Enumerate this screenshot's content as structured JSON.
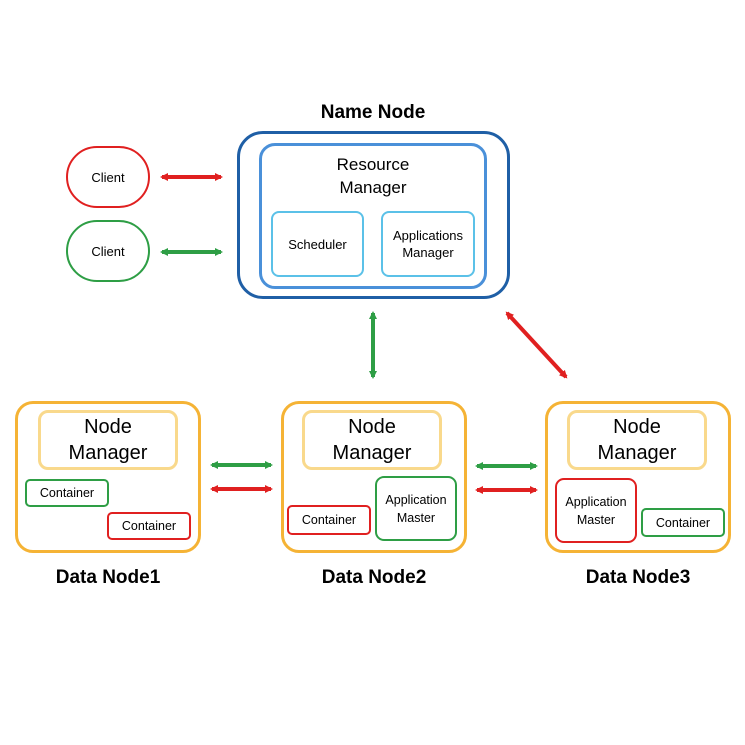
{
  "colors": {
    "red": "#e02020",
    "green": "#2e9e45",
    "name_node_outer": "#1f5fa6",
    "resource_manager": "#4a90d9",
    "rm_components": "#5bc1e8",
    "data_node": "#f5b335",
    "node_manager": "#f9d98c"
  },
  "name_node": {
    "title": "Name Node",
    "resource_manager": {
      "line1": "Resource",
      "line2": "Manager",
      "scheduler": "Scheduler",
      "applications_manager": {
        "line1": "Applications",
        "line2": "Manager"
      }
    }
  },
  "clients": [
    {
      "label": "Client",
      "color": "red"
    },
    {
      "label": "Client",
      "color": "green"
    }
  ],
  "data_nodes": [
    {
      "title": "Data Node1",
      "node_manager": {
        "line1": "Node",
        "line2": "Manager"
      },
      "container_green": "Container",
      "container_red": "Container"
    },
    {
      "title": "Data Node2",
      "node_manager": {
        "line1": "Node",
        "line2": "Manager"
      },
      "container_red": "Container",
      "application_master": {
        "line1": "Application",
        "line2": "Master"
      }
    },
    {
      "title": "Data Node3",
      "node_manager": {
        "line1": "Node",
        "line2": "Manager"
      },
      "application_master": {
        "line1": "Application",
        "line2": "Master"
      },
      "container_green": "Container"
    }
  ]
}
